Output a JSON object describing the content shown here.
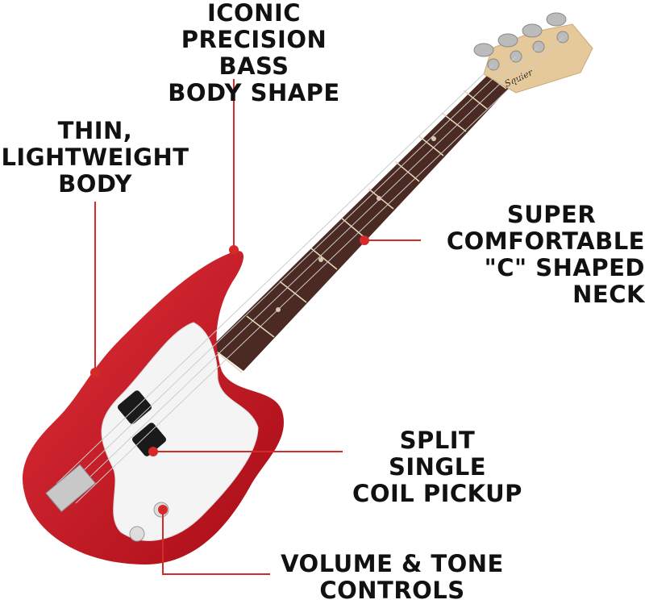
{
  "callouts": [
    {
      "id": "body-shape",
      "lines": [
        "ICONIC",
        "PRECISION BASS",
        "BODY SHAPE"
      ]
    },
    {
      "id": "thin-body",
      "lines": [
        "THIN,",
        "LIGHTWEIGHT",
        "BODY"
      ]
    },
    {
      "id": "neck",
      "lines": [
        "SUPER",
        "COMFORTABLE",
        "\"C\" SHAPED NECK"
      ]
    },
    {
      "id": "pickup",
      "lines": [
        "SPLIT SINGLE",
        "COIL PICKUP"
      ]
    },
    {
      "id": "controls",
      "lines": [
        "VOLUME & TONE",
        "CONTROLS"
      ]
    }
  ],
  "colors": {
    "accent": "#d42a2a",
    "body": "#c8141e",
    "pickguard": "#f4f4f4",
    "fretboard": "#4a2a22",
    "headstock": "#e6c99a"
  },
  "product_image": {
    "brand_logo_text": "Squier"
  }
}
